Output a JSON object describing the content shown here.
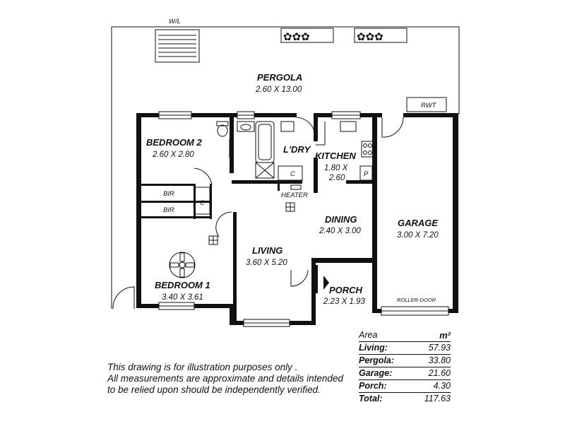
{
  "plan": {
    "wl_label": "W/L",
    "rooms": {
      "pergola": {
        "name": "PERGOLA",
        "dims": "2.60 X 13.00"
      },
      "bedroom2": {
        "name": "BEDROOM 2",
        "dims": "2.60 X 2.80"
      },
      "laundry": {
        "name": "L'DRY"
      },
      "kitchen": {
        "name": "KITCHEN",
        "dims_line1": "1.80 X",
        "dims_line2": "2.60"
      },
      "dining": {
        "name": "DINING",
        "dims": "2.40 X 3.00"
      },
      "garage": {
        "name": "GARAGE",
        "dims": "3.00 X 7.20"
      },
      "living": {
        "name": "LIVING",
        "dims": "3.60 X 5.20"
      },
      "porch": {
        "name": "PORCH",
        "dims": "2.23 X 1.93"
      },
      "bedroom1": {
        "name": "BEDROOM 1",
        "dims": "3.40 X 3.61"
      }
    },
    "fixtures": {
      "rwt": "RWT",
      "heater": "HEATER",
      "roller_door": "ROLLER-DOOR",
      "bir_1": "BIR",
      "bir_2": "BIR",
      "cupboard_c1": "C",
      "cupboard_c2": "C",
      "pantry": "P"
    }
  },
  "disclaimer": [
    "This drawing is for illustration purposes only .",
    "All measurements are approximate and details intended",
    "to be relied upon should be independently verified."
  ],
  "area_table": {
    "header_label": "Area",
    "header_unit": "m²",
    "rows": [
      {
        "label": "Living:",
        "value": "57.93"
      },
      {
        "label": "Pergola:",
        "value": "33.80"
      },
      {
        "label": "Garage:",
        "value": "21.60"
      },
      {
        "label": "Porch:",
        "value": "4.30"
      },
      {
        "label": "Total:",
        "value": "117.63"
      }
    ]
  }
}
